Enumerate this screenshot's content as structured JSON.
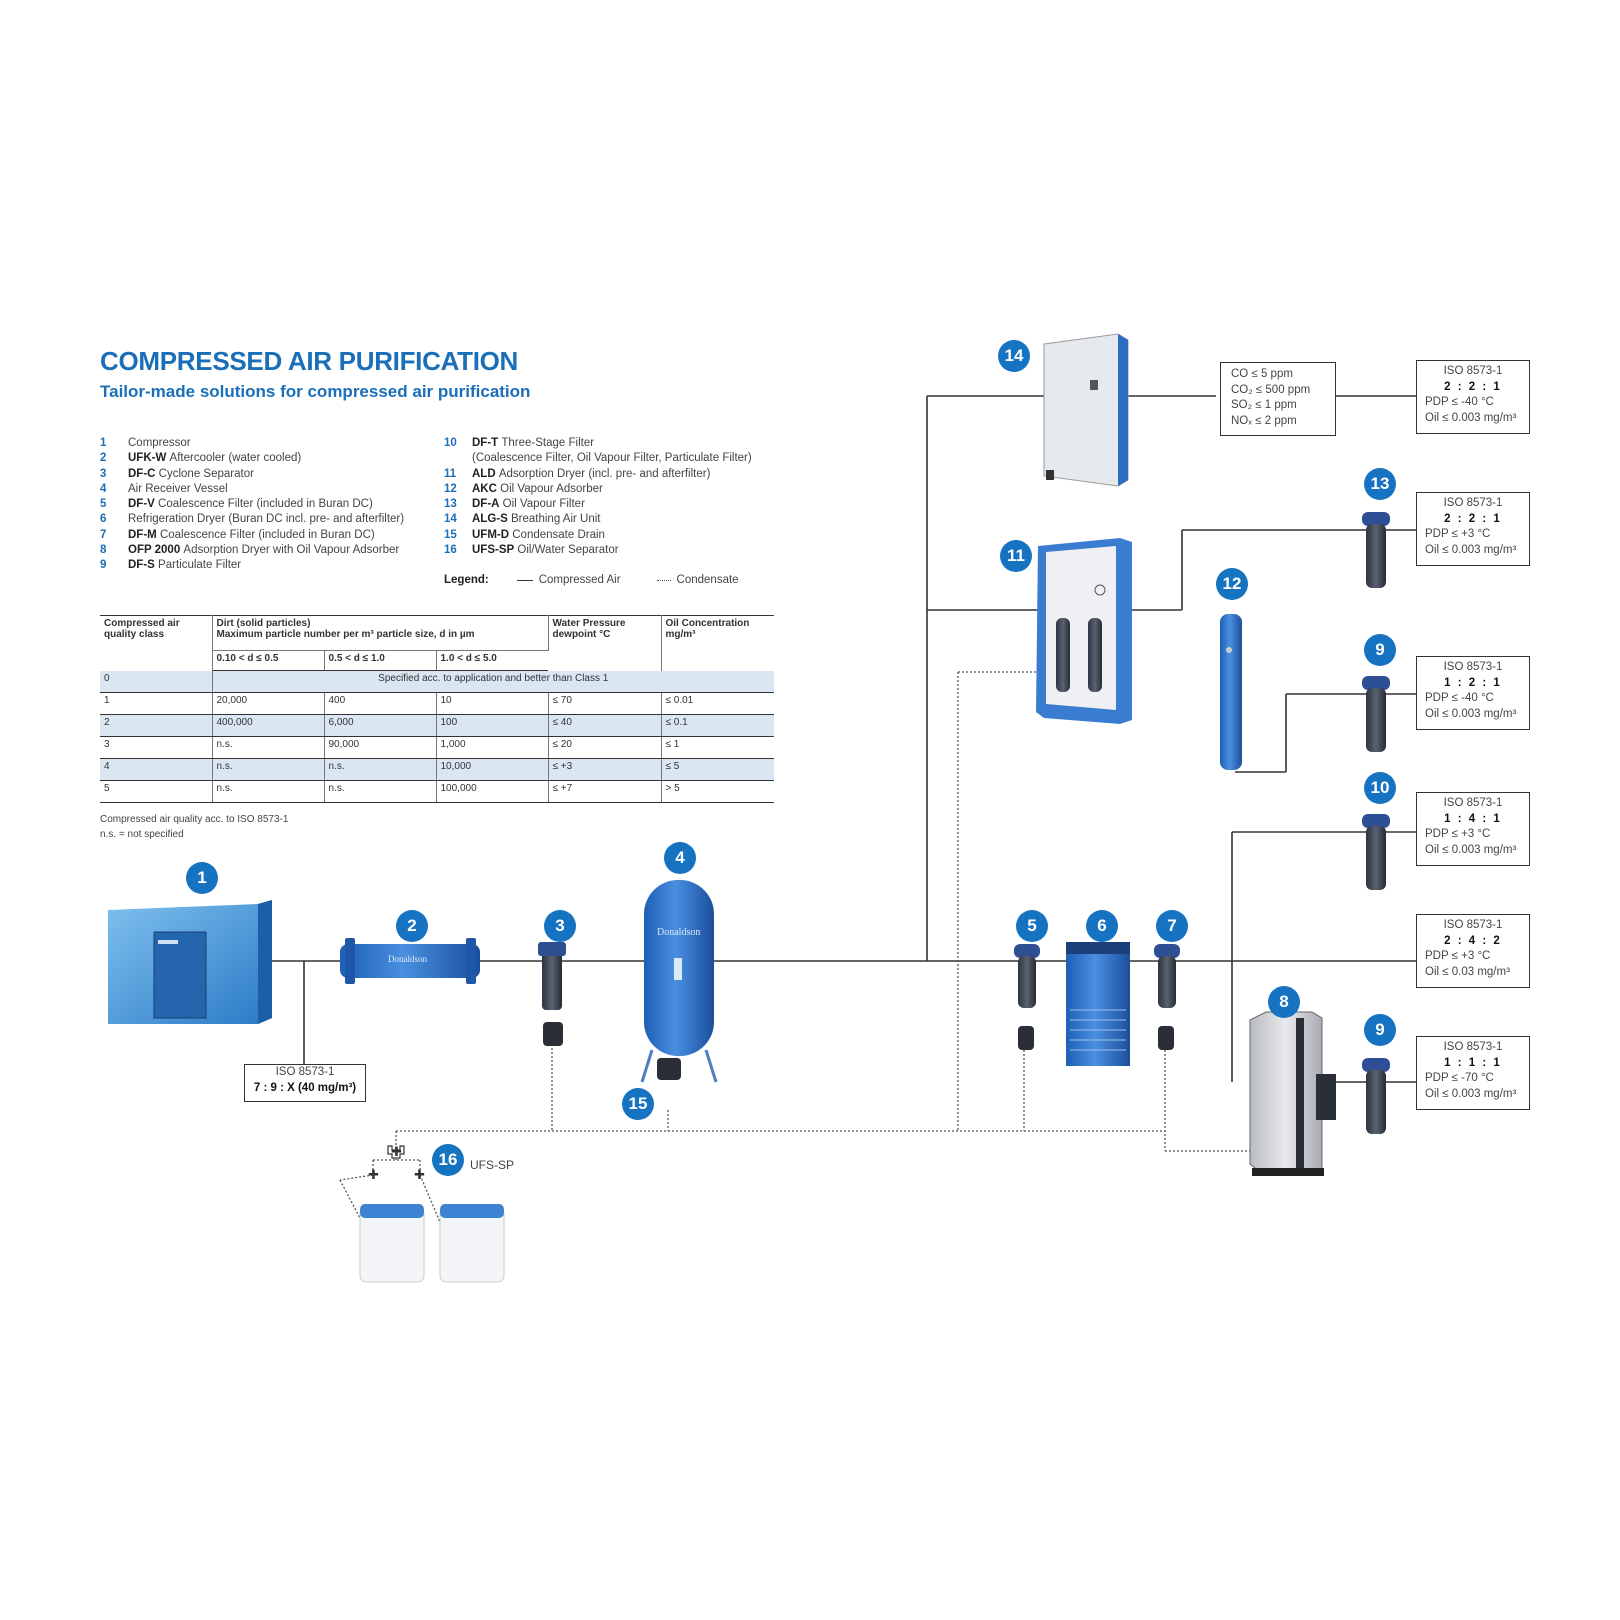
{
  "title": "COMPRESSED AIR PURIFICATION",
  "subtitle": "Tailor-made solutions for compressed air purification",
  "components_left": [
    {
      "num": "1",
      "code": "",
      "name": "Compressor"
    },
    {
      "num": "2",
      "code": "UFK-W",
      "name": "Aftercooler (water cooled)"
    },
    {
      "num": "3",
      "code": "DF-C",
      "name": "Cyclone Separator"
    },
    {
      "num": "4",
      "code": "",
      "name": "Air Receiver Vessel"
    },
    {
      "num": "5",
      "code": "DF-V",
      "name": "Coalescence Filter (included in Buran DC)"
    },
    {
      "num": "6",
      "code": "",
      "name": "Refrigeration Dryer (Buran DC incl. pre- and afterfilter)"
    },
    {
      "num": "7",
      "code": "DF-M",
      "name": "Coalescence Filter (included in Buran DC)"
    },
    {
      "num": "8",
      "code": "OFP 2000",
      "name": "Adsorption Dryer with Oil Vapour Adsorber"
    },
    {
      "num": "9",
      "code": "DF-S",
      "name": "Particulate Filter"
    }
  ],
  "components_right": [
    {
      "num": "10",
      "code": "DF-T",
      "name": "Three-Stage Filter"
    },
    {
      "num": "",
      "code": "",
      "name": "(Coalescence Filter, Oil Vapour Filter, Particulate Filter)"
    },
    {
      "num": "11",
      "code": "ALD",
      "name": "Adsorption Dryer (incl. pre- and afterfilter)"
    },
    {
      "num": "12",
      "code": "AKC",
      "name": "Oil Vapour Adsorber"
    },
    {
      "num": "13",
      "code": "DF-A",
      "name": "Oil Vapour Filter"
    },
    {
      "num": "14",
      "code": "ALG-S",
      "name": "Breathing Air Unit"
    },
    {
      "num": "15",
      "code": "UFM-D",
      "name": "Condensate Drain"
    },
    {
      "num": "16",
      "code": "UFS-SP",
      "name": "Oil/Water Separator"
    }
  ],
  "legend": {
    "label": "Legend:",
    "compressed": "Compressed Air",
    "condensate": "Condensate"
  },
  "table": {
    "col_class": "Compressed air quality class",
    "col_dirt_1": "Dirt (solid particles)",
    "col_dirt_2": "Maximum particle number per m³ particle size, d in µm",
    "col_water_1": "Water Pressure",
    "col_water_2": "dewpoint °C",
    "col_oil_1": "Oil Concentration",
    "col_oil_2": "mg/m³",
    "sub_1": "0.10 < d ≤ 0.5",
    "sub_2": "0.5 < d ≤ 1.0",
    "sub_3": "1.0 < d ≤ 5.0",
    "row0_class": "0",
    "row0_text": "Specified acc. to application and better than Class 1",
    "rows": [
      [
        "1",
        "20,000",
        "400",
        "10",
        "≤ 70",
        "≤ 0.01"
      ],
      [
        "2",
        "400,000",
        "6,000",
        "100",
        "≤ 40",
        "≤ 0.1"
      ],
      [
        "3",
        "n.s.",
        "90,000",
        "1,000",
        "≤ 20",
        "≤ 1"
      ],
      [
        "4",
        "n.s.",
        "n.s.",
        "10,000",
        "≤ +3",
        "≤ 5"
      ],
      [
        "5",
        "n.s.",
        "n.s.",
        "100,000",
        "≤ +7",
        "> 5"
      ]
    ]
  },
  "notes": [
    "Compressed air quality acc. to ISO 8573-1",
    "n.s. = not specified"
  ],
  "badges": [
    "1",
    "2",
    "3",
    "4",
    "5",
    "6",
    "7",
    "8",
    "9",
    "10",
    "11",
    "12",
    "13",
    "9",
    "14",
    "15",
    "16"
  ],
  "iso_box_compressor": {
    "title": "ISO 8573-1",
    "value": "7 : 9 : X (40 mg/m³)"
  },
  "gas_box": [
    "CO  ≤ 5 ppm",
    "CO₂ ≤ 500 ppm",
    "SO₂ ≤ 1 ppm",
    "NOₓ ≤ 2 ppm"
  ],
  "iso_boxes": [
    {
      "title": "ISO 8573-1",
      "class": "2 : 2 : 1",
      "pdp": "PDP ≤ -40 °C",
      "oil": "Oil ≤ 0.003 mg/m³"
    },
    {
      "title": "ISO 8573-1",
      "class": "2 : 2 : 1",
      "pdp": "PDP ≤ +3 °C",
      "oil": "Oil ≤ 0.003 mg/m³"
    },
    {
      "title": "ISO 8573-1",
      "class": "1 : 2 : 1",
      "pdp": "PDP ≤ -40 °C",
      "oil": "Oil ≤ 0.003 mg/m³"
    },
    {
      "title": "ISO 8573-1",
      "class": "1 : 4 : 1",
      "pdp": "PDP ≤ +3 °C",
      "oil": "Oil ≤ 0.003 mg/m³"
    },
    {
      "title": "ISO 8573-1",
      "class": "2 : 4 : 2",
      "pdp": "PDP ≤ +3 °C",
      "oil": "Oil ≤ 0.03 mg/m³"
    },
    {
      "title": "ISO 8573-1",
      "class": "1 : 1 : 1",
      "pdp": "PDP ≤ -70 °C",
      "oil": "Oil ≤ 0.003 mg/m³"
    }
  ],
  "ufs_label": "UFS-SP",
  "brand_text": "Donaldson"
}
